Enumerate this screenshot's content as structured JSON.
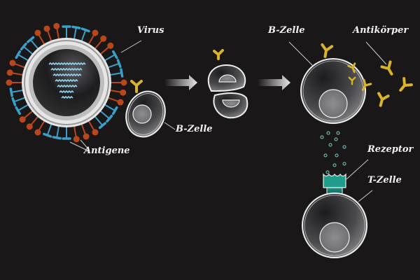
{
  "labels": {
    "virus": "Virus",
    "antigens": "Antigene",
    "b_cell_small": "B-Zelle",
    "b_cell_large": "B-Zelle",
    "antibodies": "Antikörper",
    "receptor": "Rezeptor",
    "t_cell": "T-Zelle"
  },
  "colors": {
    "background": "#1a1719",
    "antigen_red": "#b8471e",
    "antigen_blue": "#3a9fc9",
    "antibody": "#d9b329",
    "receptor": "#1f9c8c",
    "rna": "#8fd3ef"
  }
}
